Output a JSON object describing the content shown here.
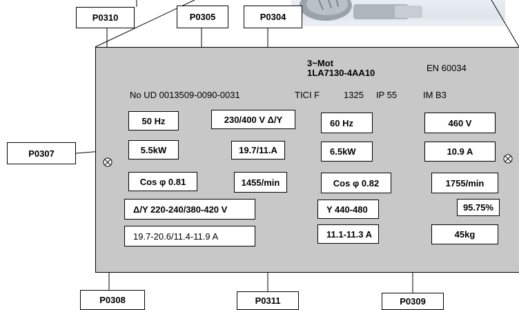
{
  "plate": {
    "header_line1": "3~Mot",
    "header_line2": "1LA7130-4AA10",
    "standard": "EN 60034",
    "serial": "No UD 0013509-0090-0031",
    "insulation": "TICI F",
    "rating_code": "1325",
    "protection": "IP  55",
    "mounting": "IM B3"
  },
  "left_column": {
    "frequency": "50 Hz",
    "voltage": "230/400 V Δ/Y",
    "power": "5.5kW",
    "current": "19.7/11.A",
    "power_factor": "Cos φ 0.81",
    "speed": "1455/min",
    "voltage_range": "Δ/Y 220-240/380-420 V",
    "current_range": "19.7-20.6/11.4-11.9 A"
  },
  "right_column": {
    "frequency": "60 Hz",
    "voltage": "460 V",
    "power": "6.5kW",
    "current": "10.9 A",
    "power_factor": "Cos φ 0.82",
    "speed": "1755/min",
    "voltage_range": "Y 440-480",
    "efficiency": "95.75%",
    "current_range": "11.1-11.3 A",
    "weight": "45kg"
  },
  "parameter_tags": {
    "p0310": "P0310",
    "p0305": "P0305",
    "p0304": "P0304",
    "p0307": "P0307",
    "p0308": "P0308",
    "p0311": "P0311",
    "p0309": "P0309"
  },
  "icons": {
    "screw_left": "screw-icon",
    "screw_right": "screw-icon"
  },
  "colors": {
    "plate_bg": "#c8c8c8",
    "box_bg": "#ffffff",
    "line": "#000000"
  }
}
